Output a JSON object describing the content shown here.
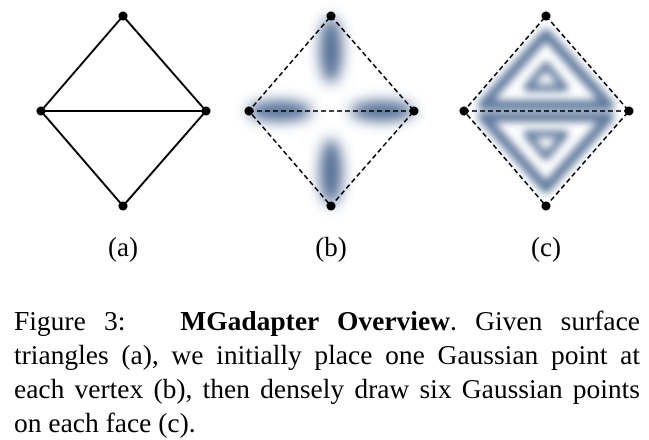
{
  "panels": [
    {
      "label": "(a)"
    },
    {
      "label": "(b)"
    },
    {
      "label": "(c)"
    }
  ],
  "caption": {
    "prefix": "Figure 3:",
    "title": "MGadapter Overview",
    "body": ". Given surface triangles (a), we initially place one Gaussian point at each vertex (b), then densely draw six Gaussian points on each face (c)."
  },
  "colors": {
    "gaussian": "#2f4f7f",
    "edge": "#000000"
  }
}
